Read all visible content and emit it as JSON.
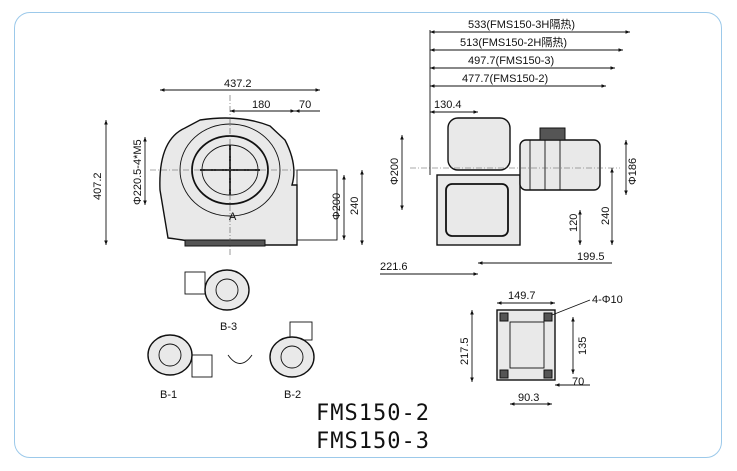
{
  "front_view": {
    "width_total": "437.2",
    "width_inlet": "180",
    "width_outlet": "70",
    "height_total": "407.2",
    "flange_dia": "Φ220.5-4*M5",
    "outlet_dia": "Φ200",
    "outlet_height": "240",
    "section_mark": "A"
  },
  "side_view": {
    "len_3h": "533(FMS150-3H隔热)",
    "len_2h": "513(FMS150-2H隔热)",
    "len_3": "497.7(FMS150-3)",
    "len_2": "477.7(FMS150-2)",
    "offset": "130.4",
    "inlet_dia": "Φ200",
    "motor_dia": "Φ186",
    "height_240": "240",
    "height_120": "120",
    "width_221": "221.6",
    "width_199": "199.5"
  },
  "orientations": {
    "b3": "B-3",
    "b1": "B-1",
    "b2": "B-2"
  },
  "base_view": {
    "width": "149.7",
    "holes": "4-Φ10",
    "depth": "217.5",
    "hole_pitch": "135",
    "edge": "70",
    "hole_width": "90.3"
  },
  "models": [
    "FMS150-2",
    "FMS150-3"
  ]
}
